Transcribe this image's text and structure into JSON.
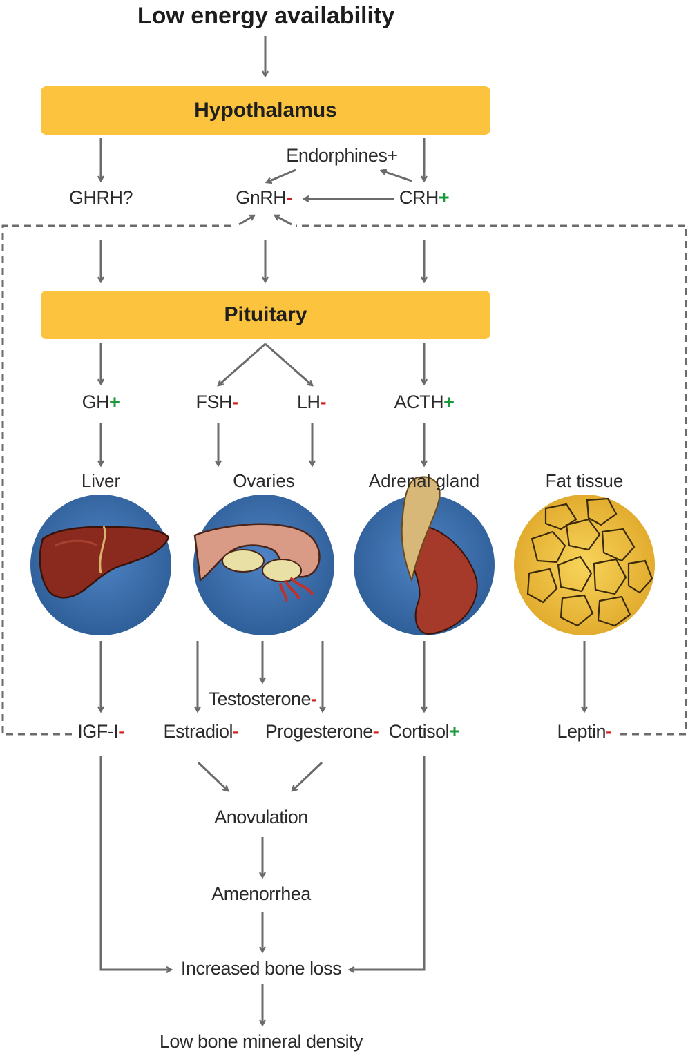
{
  "title": "Low energy availability",
  "bands": {
    "hypothalamus": "Hypothalamus",
    "pituitary": "Pituitary"
  },
  "hormones": {
    "ghrh": {
      "name": "GHRH?",
      "sign": ""
    },
    "gnrh": {
      "name": "GnRH",
      "sign": "-"
    },
    "crh": {
      "name": "CRH",
      "sign": "+"
    },
    "endorphines": {
      "name": "Endorphines+",
      "sign": ""
    },
    "gh": {
      "name": "GH",
      "sign": "+"
    },
    "fsh": {
      "name": "FSH",
      "sign": "-"
    },
    "lh": {
      "name": "LH",
      "sign": "-"
    },
    "acth": {
      "name": "ACTH",
      "sign": "+"
    },
    "testosterone": {
      "name": "Testosterone",
      "sign": "-"
    },
    "igf": {
      "name": "IGF-I",
      "sign": "-"
    },
    "estradiol": {
      "name": "Estradiol",
      "sign": "-"
    },
    "progesterone": {
      "name": "Progesterone",
      "sign": "-"
    },
    "cortisol": {
      "name": "Cortisol",
      "sign": "+"
    },
    "leptin": {
      "name": "Leptin",
      "sign": "-"
    }
  },
  "organs": {
    "liver": "Liver",
    "ovaries": "Ovaries",
    "adrenal": "Adrenal gland",
    "fat": "Fat tissue"
  },
  "outcomes": {
    "anovulation": "Anovulation",
    "amenorrhea": "Amenorrhea",
    "bone_loss": "Increased bone loss",
    "bmd": "Low bone mineral density"
  },
  "colors": {
    "band": "#fcc43e",
    "arrow": "#6b6b6b",
    "plus": "#1a9a3a",
    "minus": "#d32020"
  }
}
